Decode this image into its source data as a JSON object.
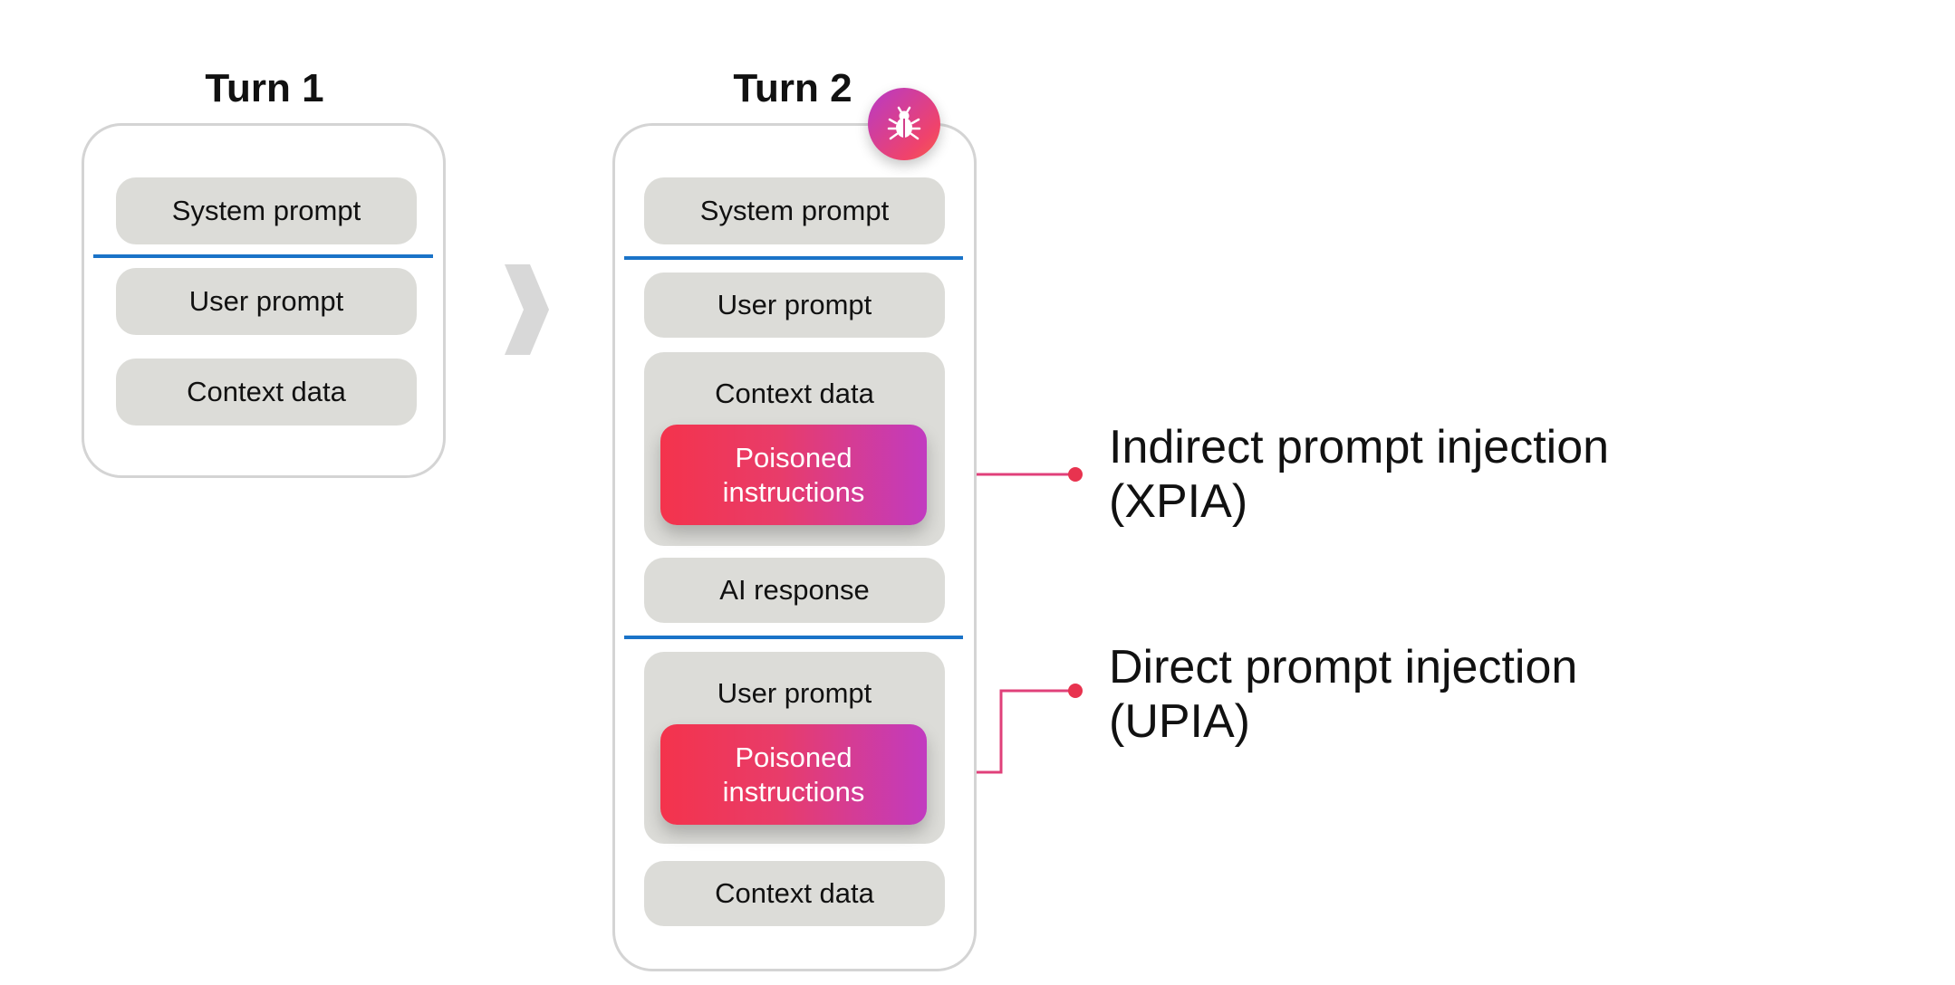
{
  "turn1": {
    "title": "Turn 1",
    "items": [
      "System prompt",
      "User prompt",
      "Context data"
    ]
  },
  "turn2": {
    "title": "Turn 2",
    "system_prompt": "System prompt",
    "user_prompt_1": "User prompt",
    "context_data_1": "Context data",
    "poisoned_1": "Poisoned instructions",
    "ai_response": "AI response",
    "user_prompt_2": "User prompt",
    "poisoned_2": "Poisoned instructions",
    "context_data_2": "Context data",
    "badge_icon": "bug-icon"
  },
  "labels": {
    "indirect_line1": "Indirect prompt injection",
    "indirect_line2": "(XPIA)",
    "direct_line1": "Direct prompt injection",
    "direct_line2": "(UPIA)"
  },
  "colors": {
    "divider": "#1a73c8",
    "connector": "#e83c6a",
    "pill": "#dcdcd8"
  }
}
